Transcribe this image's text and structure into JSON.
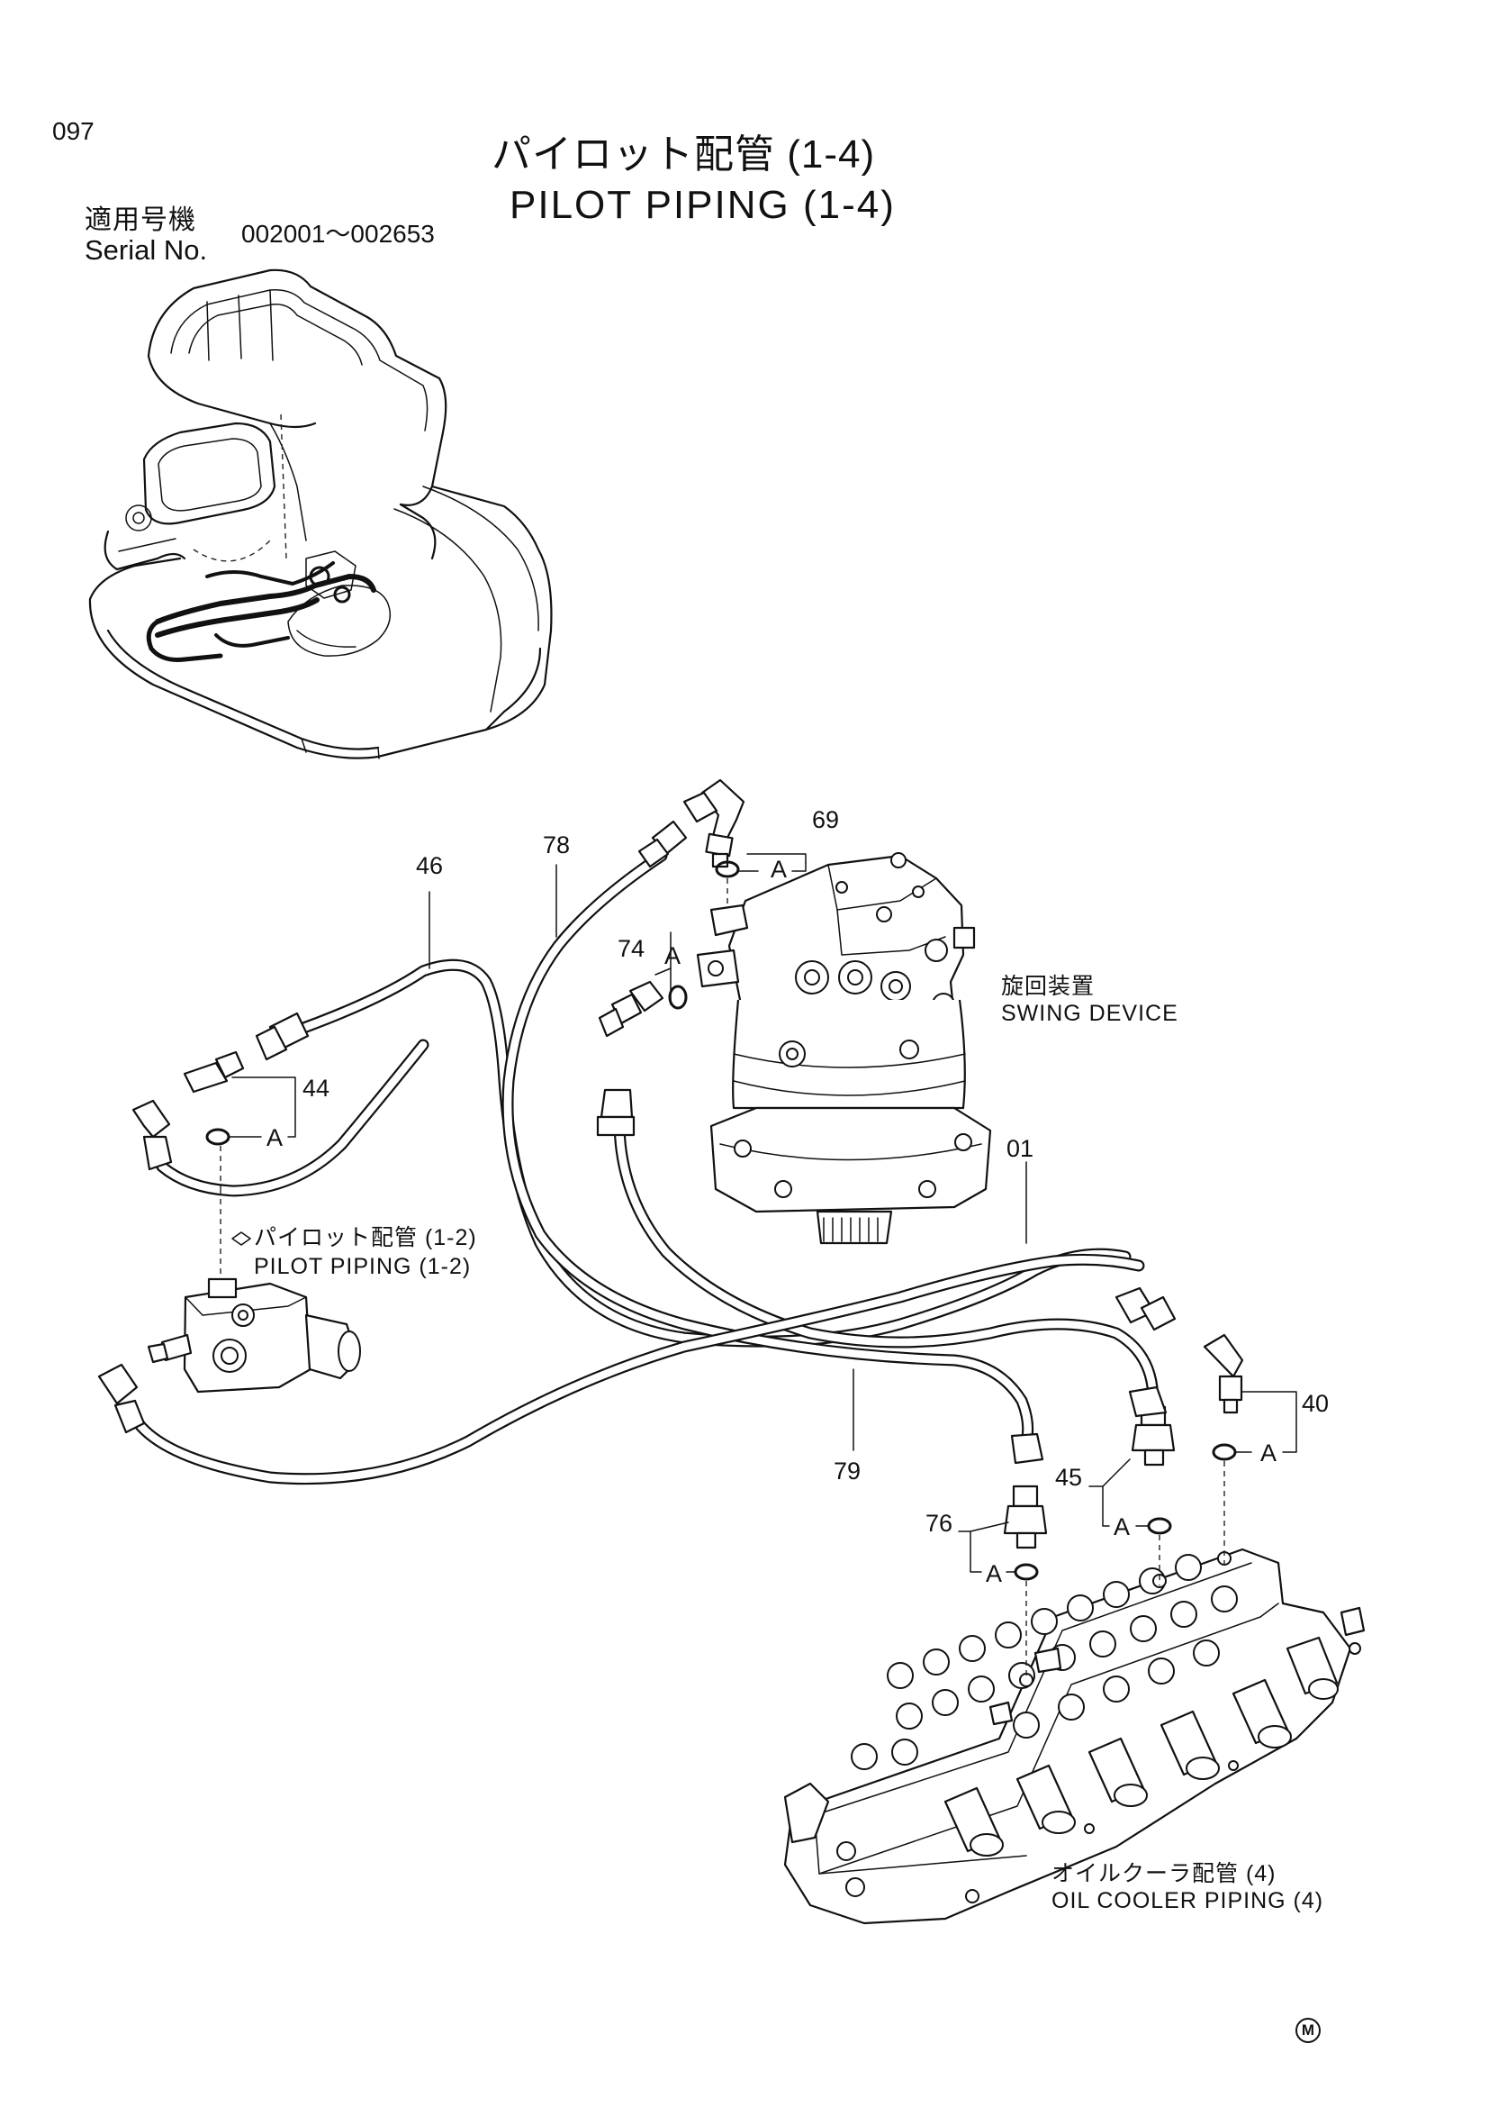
{
  "header": {
    "page_number": "097",
    "title_ja": "パイロット配管 (1-4)",
    "title_en": "PILOT PIPING (1-4)",
    "serial_label_ja": "適用号機",
    "serial_label_en": "Serial No.",
    "serial_range": "002001～002653"
  },
  "callouts": {
    "c46": "46",
    "c78": "78",
    "c69": "69",
    "c74": "74",
    "c44": "44",
    "c01": "01",
    "c40": "40",
    "c45": "45",
    "c79": "79",
    "c76": "76"
  },
  "section_mark": "A",
  "notes": {
    "swing_ja": "旋回装置",
    "swing_en": "SWING DEVICE",
    "pilot12_ja": "パイロット配管 (1-2)",
    "pilot12_en": "PILOT PIPING (1-2)",
    "oil_ja": "オイルクーラ配管 (4)",
    "oil_en": "OIL COOLER PIPING (4)"
  },
  "footer": {
    "mark": "M"
  }
}
